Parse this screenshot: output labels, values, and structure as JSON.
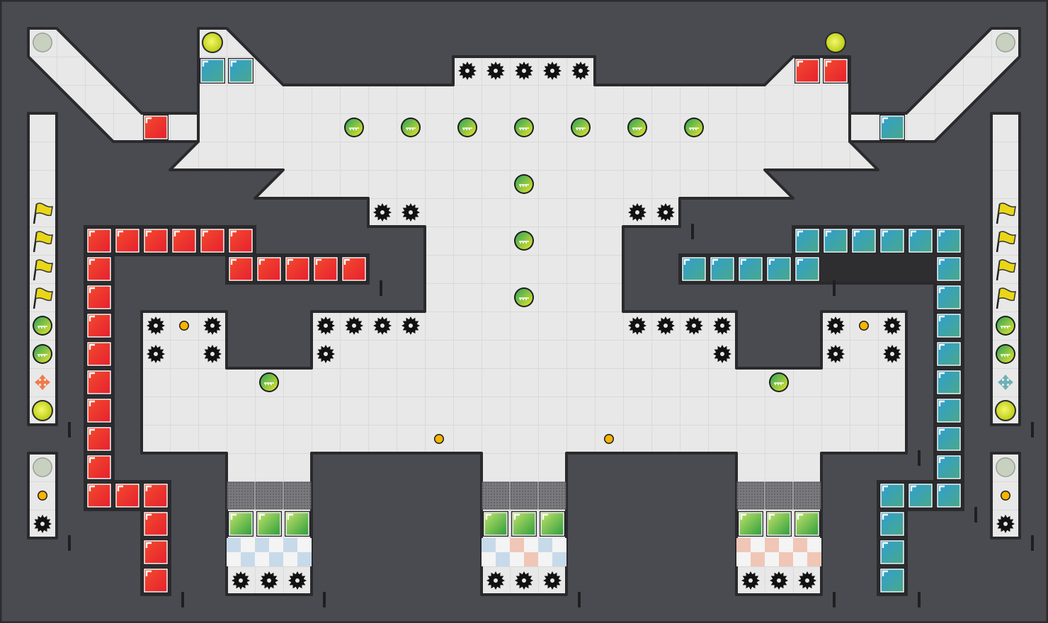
{
  "game": {
    "grid_unit": "40",
    "colors": {
      "background": "#4a4b50",
      "floor": "#e6e6e6",
      "wall_outline": "#2b2b2e",
      "red_team": "#e8312a",
      "blue_team": "#3f8fa8",
      "green_goal": "#7fc242",
      "coin": "#f5b400",
      "gem_yellow": "#d7e21c",
      "gem_grey": "#c8d0bf"
    },
    "legend": {
      "left_panel": {
        "items": [
          "flag-icon",
          "flag-icon",
          "flag-icon",
          "flag-icon",
          "green-gem-icon",
          "green-gem-icon",
          "move-arrows-icon",
          "yellow-gem-icon"
        ],
        "move_color": "#f2794a"
      },
      "right_panel": {
        "items": [
          "flag-icon",
          "flag-icon",
          "flag-icon",
          "flag-icon",
          "green-gem-icon",
          "green-gem-icon",
          "move-arrows-icon",
          "yellow-gem-icon"
        ],
        "move_color": "#6fb0b4"
      },
      "left_bottom": [
        "grey-gem-icon",
        "coin-icon",
        "saw-icon"
      ],
      "right_bottom": [
        "grey-gem-icon",
        "coin-icon",
        "saw-icon"
      ]
    },
    "counts": {
      "green_gems": 12,
      "coins": 4,
      "flags_per_side": 4
    }
  }
}
